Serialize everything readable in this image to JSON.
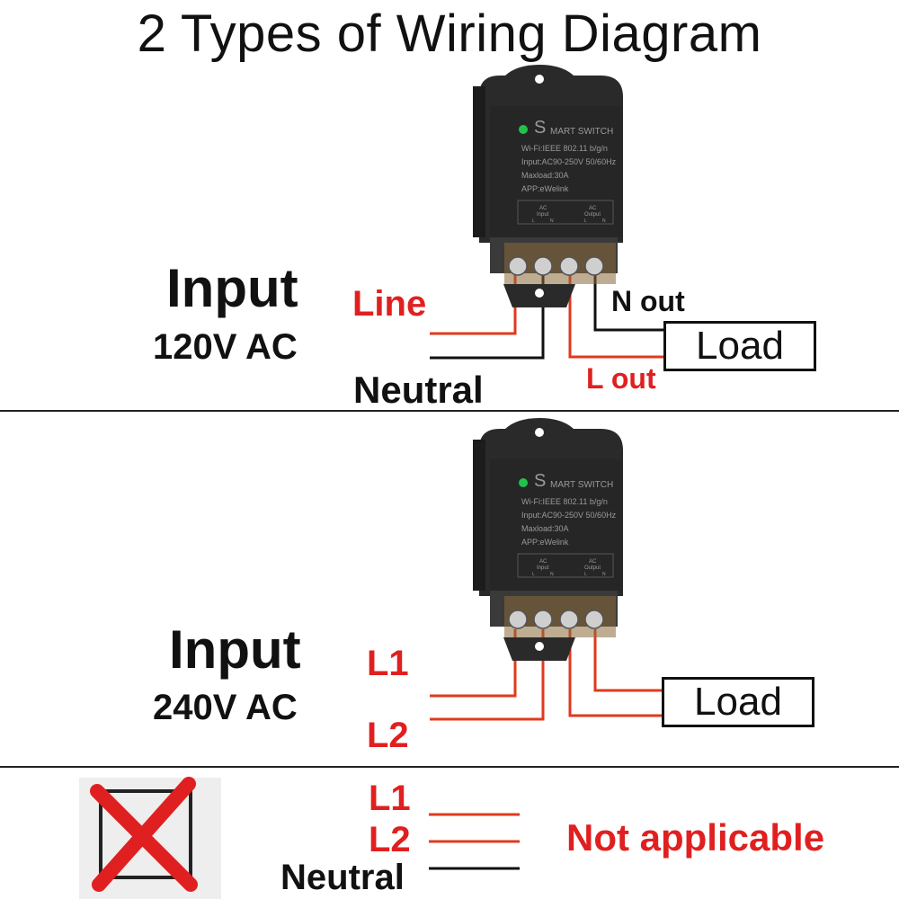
{
  "title": "2 Types of Wiring Diagram",
  "device": {
    "brand_s": "S",
    "brand_rest": "MART SWITCH",
    "spec1": "Wi-Fi:IEEE 802.11 b/g/n",
    "spec2": "Input:AC90-250V 50/60Hz",
    "spec3": "Maxload:30A",
    "spec4": "APP:eWelink",
    "in_label1": "AC",
    "in_label2": "Input",
    "out_label1": "AC",
    "out_label2": "Output",
    "L": "L",
    "N": "N"
  },
  "section1": {
    "heading": "Input",
    "voltage": "120V AC",
    "line": "Line",
    "neutral": "Neutral",
    "n_out": "N out",
    "l_out": "L out",
    "load": "Load"
  },
  "section2": {
    "heading": "Input",
    "voltage": "240V AC",
    "l1": "L1",
    "l2": "L2",
    "load": "Load"
  },
  "section3": {
    "l1": "L1",
    "l2": "L2",
    "neutral": "Neutral",
    "note": "Not applicable"
  },
  "colors": {
    "red_wire": "#e03a1e",
    "black_wire": "#111111",
    "label_red": "#e02020",
    "cross": "#e02020"
  }
}
